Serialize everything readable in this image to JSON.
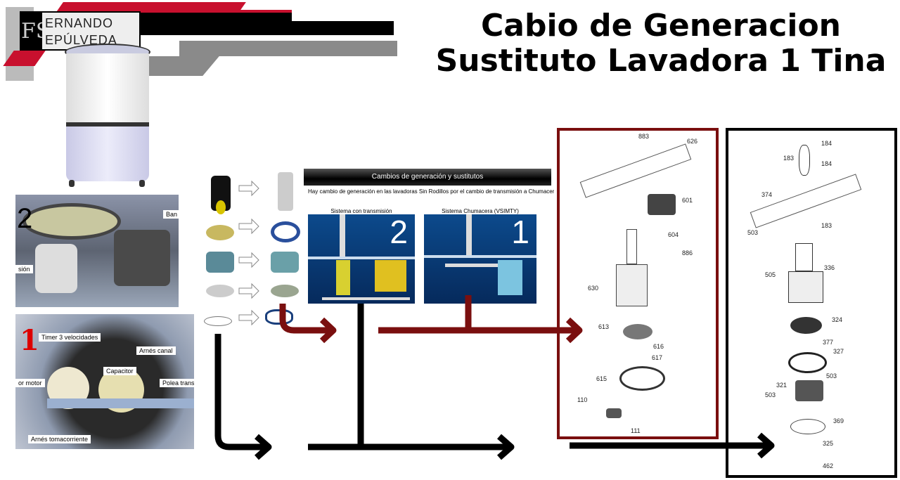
{
  "title": {
    "line1": "Cabio de Generacion",
    "line2": "Sustituto Lavadora 1 Tina"
  },
  "logo": {
    "monogram": "FS",
    "line1": "ERNANDO",
    "line2": "EPÚLVEDA"
  },
  "photo_top": {
    "number": "2",
    "labels": [
      "Ban",
      "sión"
    ]
  },
  "photo_bottom": {
    "number": "1",
    "labels": [
      "Timer 3 velocidades",
      "Arnés canal",
      "Capacitor",
      "or motor",
      "Polea transm",
      "Arnés tomacorriente"
    ]
  },
  "slide": {
    "header": "Cambios de generación y sustitutos",
    "description": "Hay cambio de generación en las lavadoras Sin Rodillos por el cambio de transmisión a Chumacera",
    "panels": [
      {
        "caption": "Sistema con transmisión",
        "number": "2"
      },
      {
        "caption": "Sistema Chumacera (VSIMTY)",
        "number": "1"
      }
    ]
  },
  "diagram_red": {
    "parts": [
      "883",
      "626",
      "601",
      "604",
      "886",
      "630",
      "613",
      "616",
      "617",
      "615",
      "110",
      "111"
    ]
  },
  "diagram_black": {
    "parts": [
      "184",
      "183",
      "184",
      "374",
      "503",
      "183",
      "336",
      "505",
      "324",
      "377",
      "327",
      "503",
      "321",
      "503",
      "369",
      "325",
      "462"
    ]
  },
  "colors": {
    "red_box": "#7a0f0f",
    "black_box": "#000000",
    "logo_red": "#c8102e",
    "logo_grey": "#8a8a8a",
    "slide_blue": "#0b4a8c"
  }
}
